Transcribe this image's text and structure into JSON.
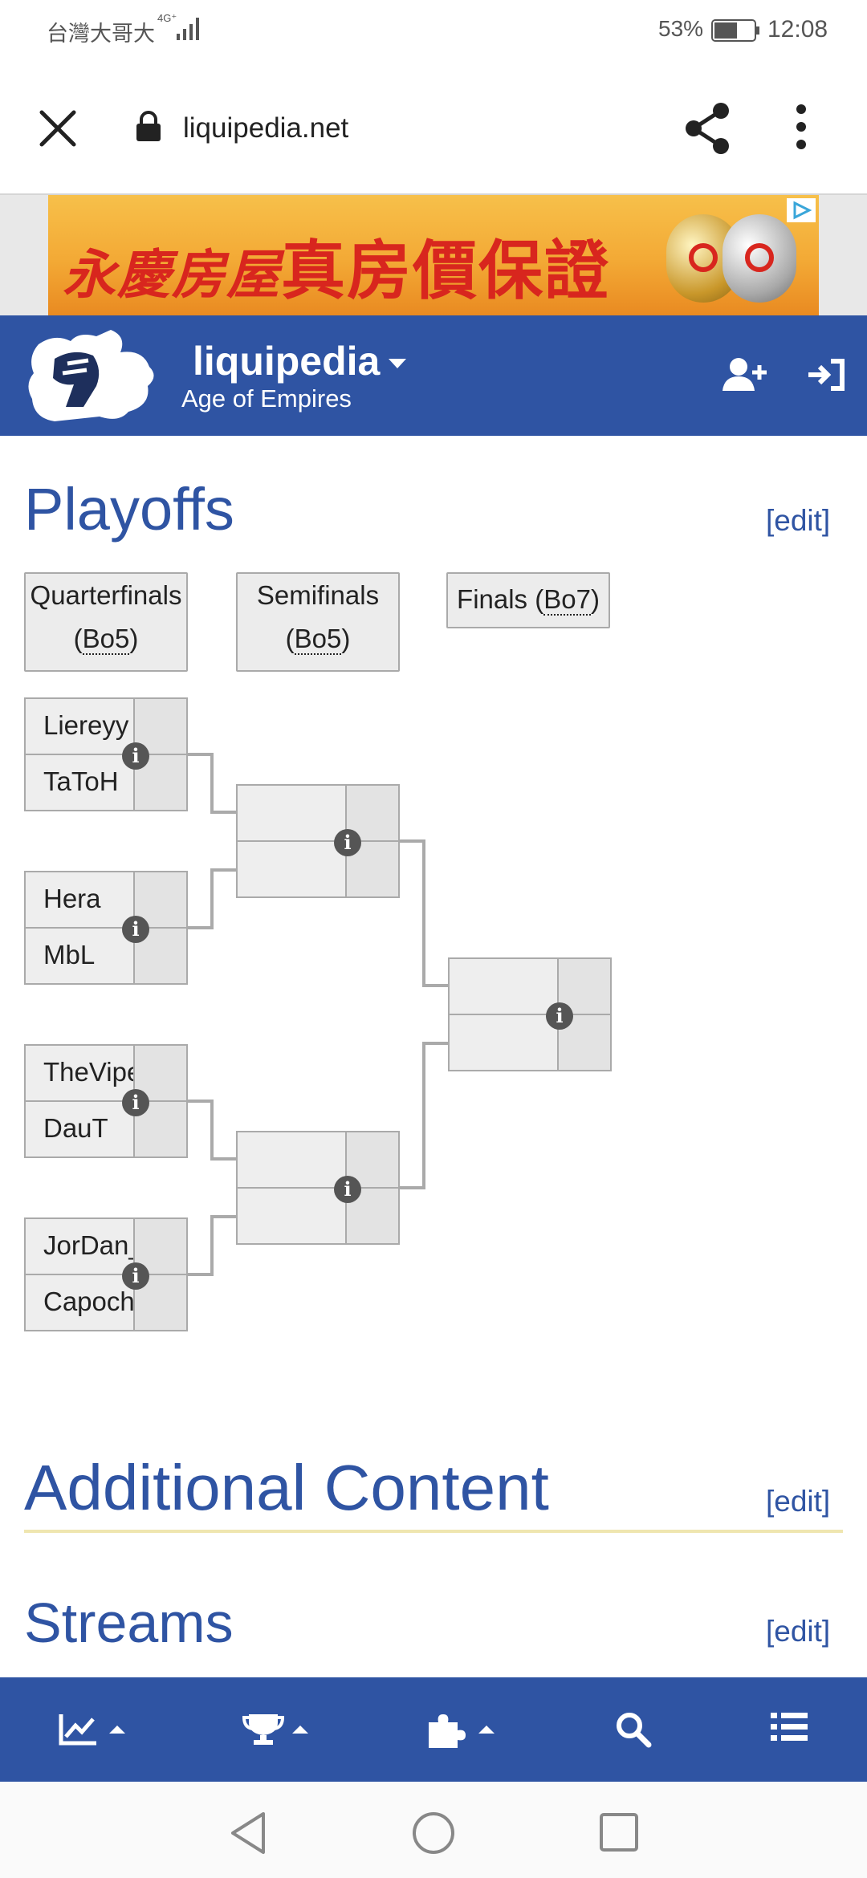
{
  "status_bar": {
    "carrier": "台灣大哥大",
    "network": "4G⁺",
    "battery_percent": "53%",
    "time": "12:08"
  },
  "browser": {
    "url": "liquipedia.net",
    "close_icon": "close-icon",
    "lock_icon": "lock-icon",
    "share_icon": "share-icon",
    "menu_icon": "more-vert-icon"
  },
  "ad": {
    "text_a": "永慶房屋",
    "text_b": "真房價保證"
  },
  "header": {
    "brand": "liquipedia",
    "wiki": "Age of Empires",
    "colors": {
      "primary": "#2f54a3"
    }
  },
  "playoffs": {
    "title": "Playoffs",
    "edit_label": "[edit]",
    "rounds": [
      {
        "name": "Quarterfinals",
        "format": "Bo5"
      },
      {
        "name": "Semifinals",
        "format": "Bo5"
      },
      {
        "name": "Finals",
        "format": "Bo7"
      }
    ],
    "quarterfinals": [
      {
        "p1": "Liereyy",
        "p2": "TaToH"
      },
      {
        "p1": "Hera",
        "p2": "MbL"
      },
      {
        "p1": "TheViper",
        "p2": "DauT"
      },
      {
        "p1": "JorDan_",
        "p2": "Capoch"
      }
    ],
    "info_glyph": "i"
  },
  "additional": {
    "title": "Additional Content",
    "edit_label": "[edit]"
  },
  "streams": {
    "title": "Streams",
    "edit_label": "[edit]"
  },
  "bottom_nav": {
    "items": [
      "chart-icon",
      "trophy-icon",
      "puzzle-icon",
      "search-icon",
      "list-icon"
    ]
  }
}
